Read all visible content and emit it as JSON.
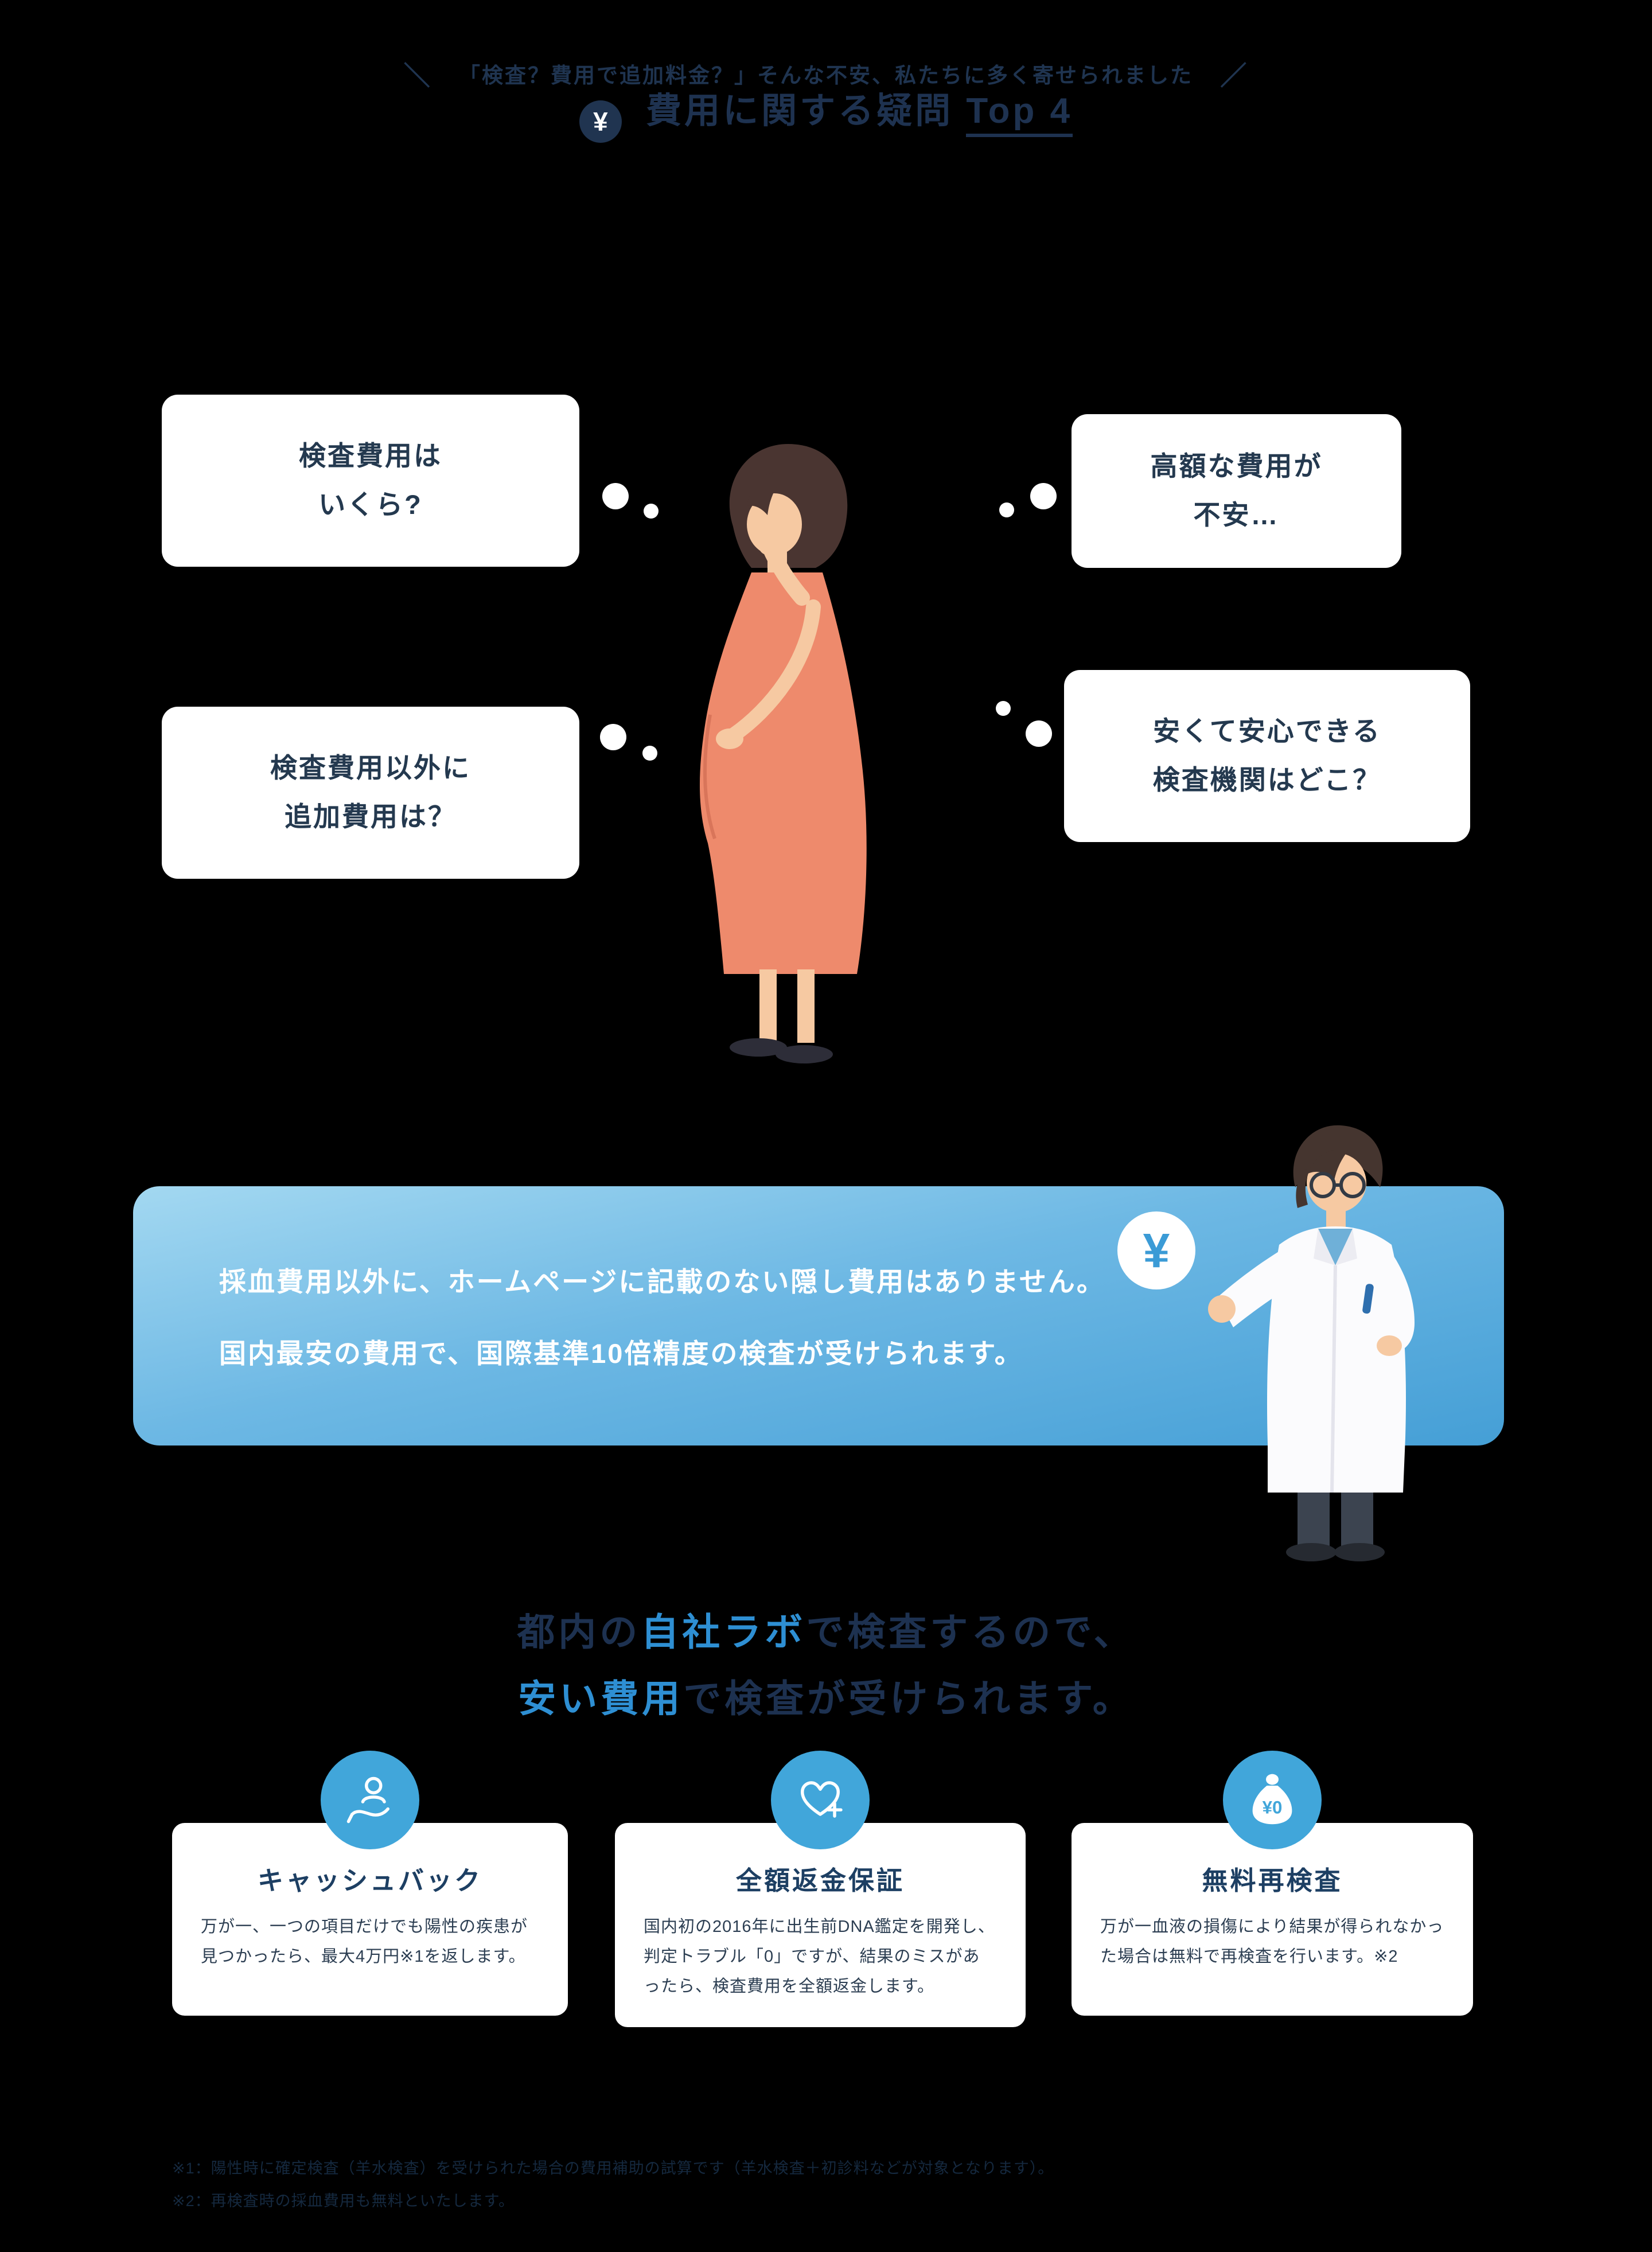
{
  "tagline": {
    "left": "＼",
    "text": "「検査？費用で追加料金？」そんな不安、私たちに多く寄せられました",
    "right": "／"
  },
  "title": {
    "icon": "¥",
    "text": "費用に関する疑問",
    "underlined": "Top 4"
  },
  "bubbles": [
    {
      "line1": "検査費用は",
      "line2": "いくら?"
    },
    {
      "line1": "高額な費用が",
      "line2": "不安…"
    },
    {
      "line1": "検査費用以外に",
      "line2": "追加費用は？"
    },
    {
      "line1": "安くて安心できる",
      "line2": "検査機関はどこ？"
    }
  ],
  "banner": {
    "line1": "採血費用以外に、ホームページに記載のない隠し費用はありません。",
    "line2": "国内最安の費用で、国際基準10倍精度の検査が受けられます。",
    "coin": "¥"
  },
  "headline": {
    "l1_pre": "都内の",
    "l1_blue": "自社ラボ",
    "l1_post": "で検査するので、",
    "l2_blue": "安い費用",
    "l2_post": "で検査が受けられます。"
  },
  "cards": [
    {
      "title": "キャッシュバック",
      "body": "万が一、一つの項目だけでも陽性の疾患が見つかったら、最大4万円※1を返します。",
      "icon": "cashback-hand-icon",
      "icon_label": ""
    },
    {
      "title": "全額返金保証",
      "body": "国内初の2016年に出生前DNA鑑定を開発し、判定トラブル「0」ですが、結果のミスがあったら、検査費用を全額返金します。",
      "icon": "heart-plus-icon",
      "icon_label": ""
    },
    {
      "title": "無料再検査",
      "body": "万が一血液の損傷により結果が得られなかった場合は無料で再検査を行います。※2",
      "icon": "money-bag-icon",
      "icon_label": "¥0"
    }
  ],
  "footnotes": {
    "note1": "※1：陽性時に確定検査（羊水検査）を受けられた場合の費用補助の試算です（羊水検査＋初診料などが対象となります）。",
    "note2": "※2：再検査時の採血費用も無料といたします。"
  },
  "colors": {
    "accent_blue": "#41a6da",
    "headline_blue": "#2e8fd3",
    "navy": "#1d3150",
    "banner_top": "#a3d8f1",
    "banner_bottom": "#459fd6",
    "dress_coral": "#ee8a6c"
  }
}
